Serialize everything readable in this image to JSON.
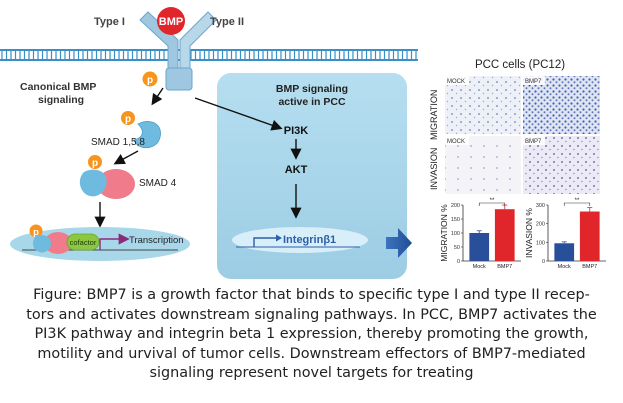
{
  "receptor": {
    "type1_label": "Type I",
    "type2_label": "Type II",
    "ligand_label": "BMP"
  },
  "canonical": {
    "title_line1": "Canonical BMP",
    "title_line2": "signaling",
    "phospho_label": "p",
    "smad158_label": "SMAD 1,5,8",
    "smad4_label": "SMAD 4",
    "cofactor_label": "cofactor",
    "transcription_label": "Transcription"
  },
  "pcc_box": {
    "title_line1": "BMP signaling",
    "title_line2": "active in PCC",
    "pi3k_label": "PI3K",
    "akt_label": "AKT",
    "integrin_label": "Integrinβ1"
  },
  "results": {
    "title": "PCC cells (PC12)",
    "migration_row_label": "MIGRATION",
    "invasion_row_label": "INVASION",
    "mock_label": "MOCK",
    "bmp7_label": "BMP7",
    "migration_chart_ylabel": "MIGRATION %",
    "invasion_chart_ylabel": "INVASION %",
    "significance": "**"
  },
  "chart_data": [
    {
      "type": "bar",
      "ylabel": "MIGRATION %",
      "categories": [
        "Mock",
        "BMP7"
      ],
      "values": [
        100,
        185
      ],
      "ylim": [
        0,
        200
      ],
      "yticks": [
        0,
        50,
        100,
        150,
        200
      ],
      "colors": [
        "#2a4f9a",
        "#e0262b"
      ]
    },
    {
      "type": "bar",
      "ylabel": "INVASION %",
      "categories": [
        "Mock",
        "BMP7"
      ],
      "values": [
        95,
        265
      ],
      "ylim": [
        0,
        300
      ],
      "yticks": [
        0,
        100,
        200,
        300
      ],
      "colors": [
        "#2a4f9a",
        "#e0262b"
      ]
    }
  ],
  "caption": {
    "lines": [
      "Figure:  BMP7 is a growth factor that binds to specific type I and type II recep-",
      "tors and activates downstream signaling pathways. In PCC, BMP7 activates the",
      "PI3K pathway and integrin beta 1 expression, thereby promoting the growth,",
      "motility and urvival of tumor cells. Downstream effectors of BMP7-mediated",
      "signaling represent novel targets for treating"
    ]
  },
  "colors": {
    "membrane": "#3a8fc7",
    "receptor": "#9fc8e0",
    "ligand": "#e0262b",
    "phospho": "#f7941d",
    "smad_blue": "#6fbbe0",
    "smad_pink": "#f07b8a",
    "cofactor": "#8dc63f",
    "pcc_box": "#a9d7ea",
    "arrow_blue": "#2b5fa8",
    "mock_bar": "#2a4f9a",
    "bmp7_bar": "#e0262b"
  }
}
